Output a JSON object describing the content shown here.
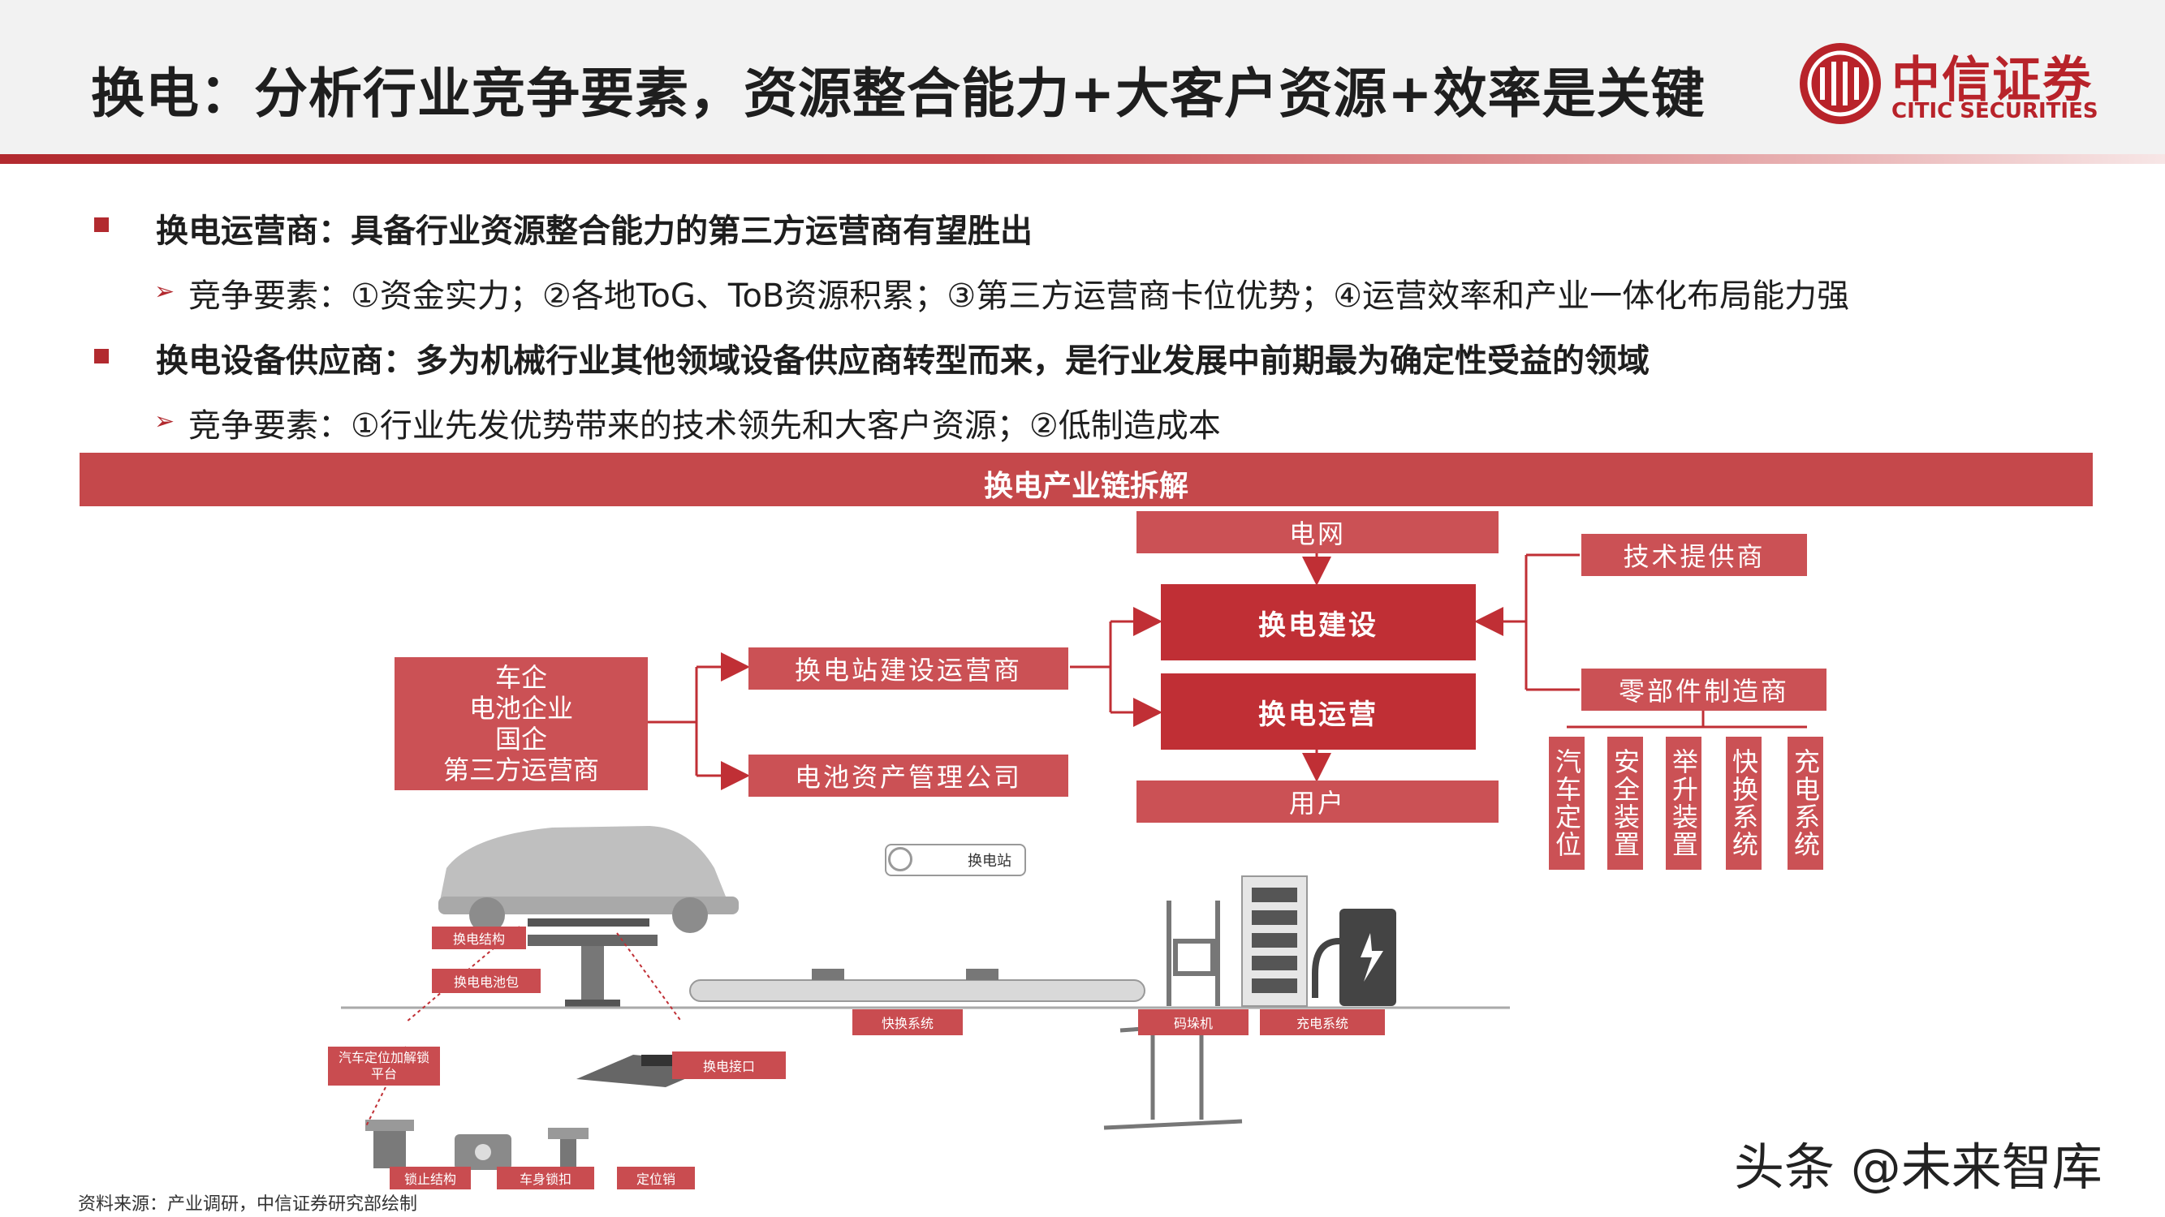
{
  "header": {
    "title": "换电：分析行业竞争要素，资源整合能力+大客户资源+效率是关键",
    "logo_cn": "中信证券",
    "logo_en": "CITIC SECURITIES"
  },
  "bullets": [
    {
      "main": "换电运营商：具备行业资源整合能力的第三方运营商有望胜出",
      "sub": "竞争要素：①资金实力；②各地ToG、ToB资源积累；③第三方运营商卡位优势；④运营效率和产业一体化布局能力强"
    },
    {
      "main": "换电设备供应商：多为机械行业其他领域设备供应商转型而来，是行业发展中前期最为确定性受益的领域",
      "sub": "竞争要素：①行业先发优势带来的技术领先和大客户资源；②低制造成本"
    }
  ],
  "banner": "换电产业链拆解",
  "diagram": {
    "players": [
      "车企",
      "电池企业",
      "国企",
      "第三方运营商"
    ],
    "operator": "换电站建设运营商",
    "asset_mgmt": "电池资产管理公司",
    "grid": "电网",
    "construction": "换电建设",
    "operation": "换电运营",
    "user": "用户",
    "tech_provider": "技术提供商",
    "parts_maker": "零部件制造商",
    "parts": [
      "汽车定位",
      "安全装置",
      "举升装置",
      "快换系统",
      "充电系统"
    ]
  },
  "illustration": {
    "station_badge": "换电站",
    "labels": {
      "swap_structure": "换电结构",
      "swap_pack": "换电电池包",
      "platform": "汽车定位加解锁平台",
      "connector": "换电接口",
      "quick_swap": "快换系统",
      "stacker": "码垛机",
      "charging": "充电系统",
      "lock": "锁止结构",
      "body_lock": "车身锁扣",
      "pin": "定位销"
    }
  },
  "footnote": "资料来源：产业调研，中信证券研究部绘制",
  "watermark": "头条 @未来智库",
  "colors": {
    "accent": "#b22a2f",
    "box": "#cb5155",
    "box_dark": "#c02f35"
  }
}
